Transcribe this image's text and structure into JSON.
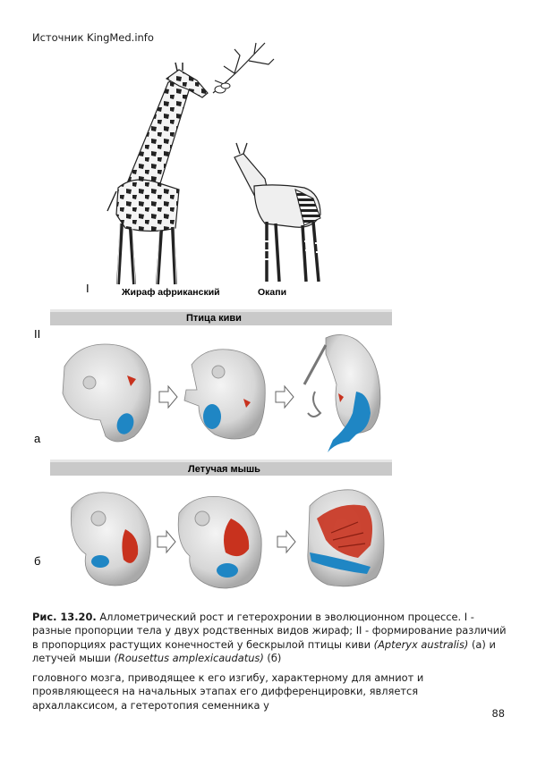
{
  "header": {
    "source": "Источник KingMed.info"
  },
  "figure": {
    "part1_label": "I",
    "giraffe_label": "Жираф африканский",
    "okapi_label": "Окапи",
    "part2_label": "II",
    "kiwi_title": "Птица киви",
    "row_a_label": "а",
    "bat_title": "Летучая мышь",
    "row_b_label": "б",
    "colors": {
      "red": "#c8321e",
      "blue": "#1f86c4"
    }
  },
  "caption": {
    "number": "Рис. 13.20.",
    "text1": " Аллометрический рост и гетерохронии в эволюционном процессе. I - разные пропорции тела у двух родственных видов жираф; II - формирование различий в пропорциях растущих конечностей у бескрылой птицы киви ",
    "kiwi_latin": "(Apteryx australis)",
    "text2": " (а) и летучей мыши ",
    "bat_latin": "(Rousettus amplexicaudatus)",
    "text3": " (б)"
  },
  "body": {
    "text": "головного мозга, приводящее к его изгибу, характерному для амниот и проявляющееся на начальных этапах его дифференцировки, является архаллаксисом, а гетеротопия семенника у"
  },
  "page": {
    "number": "88"
  }
}
